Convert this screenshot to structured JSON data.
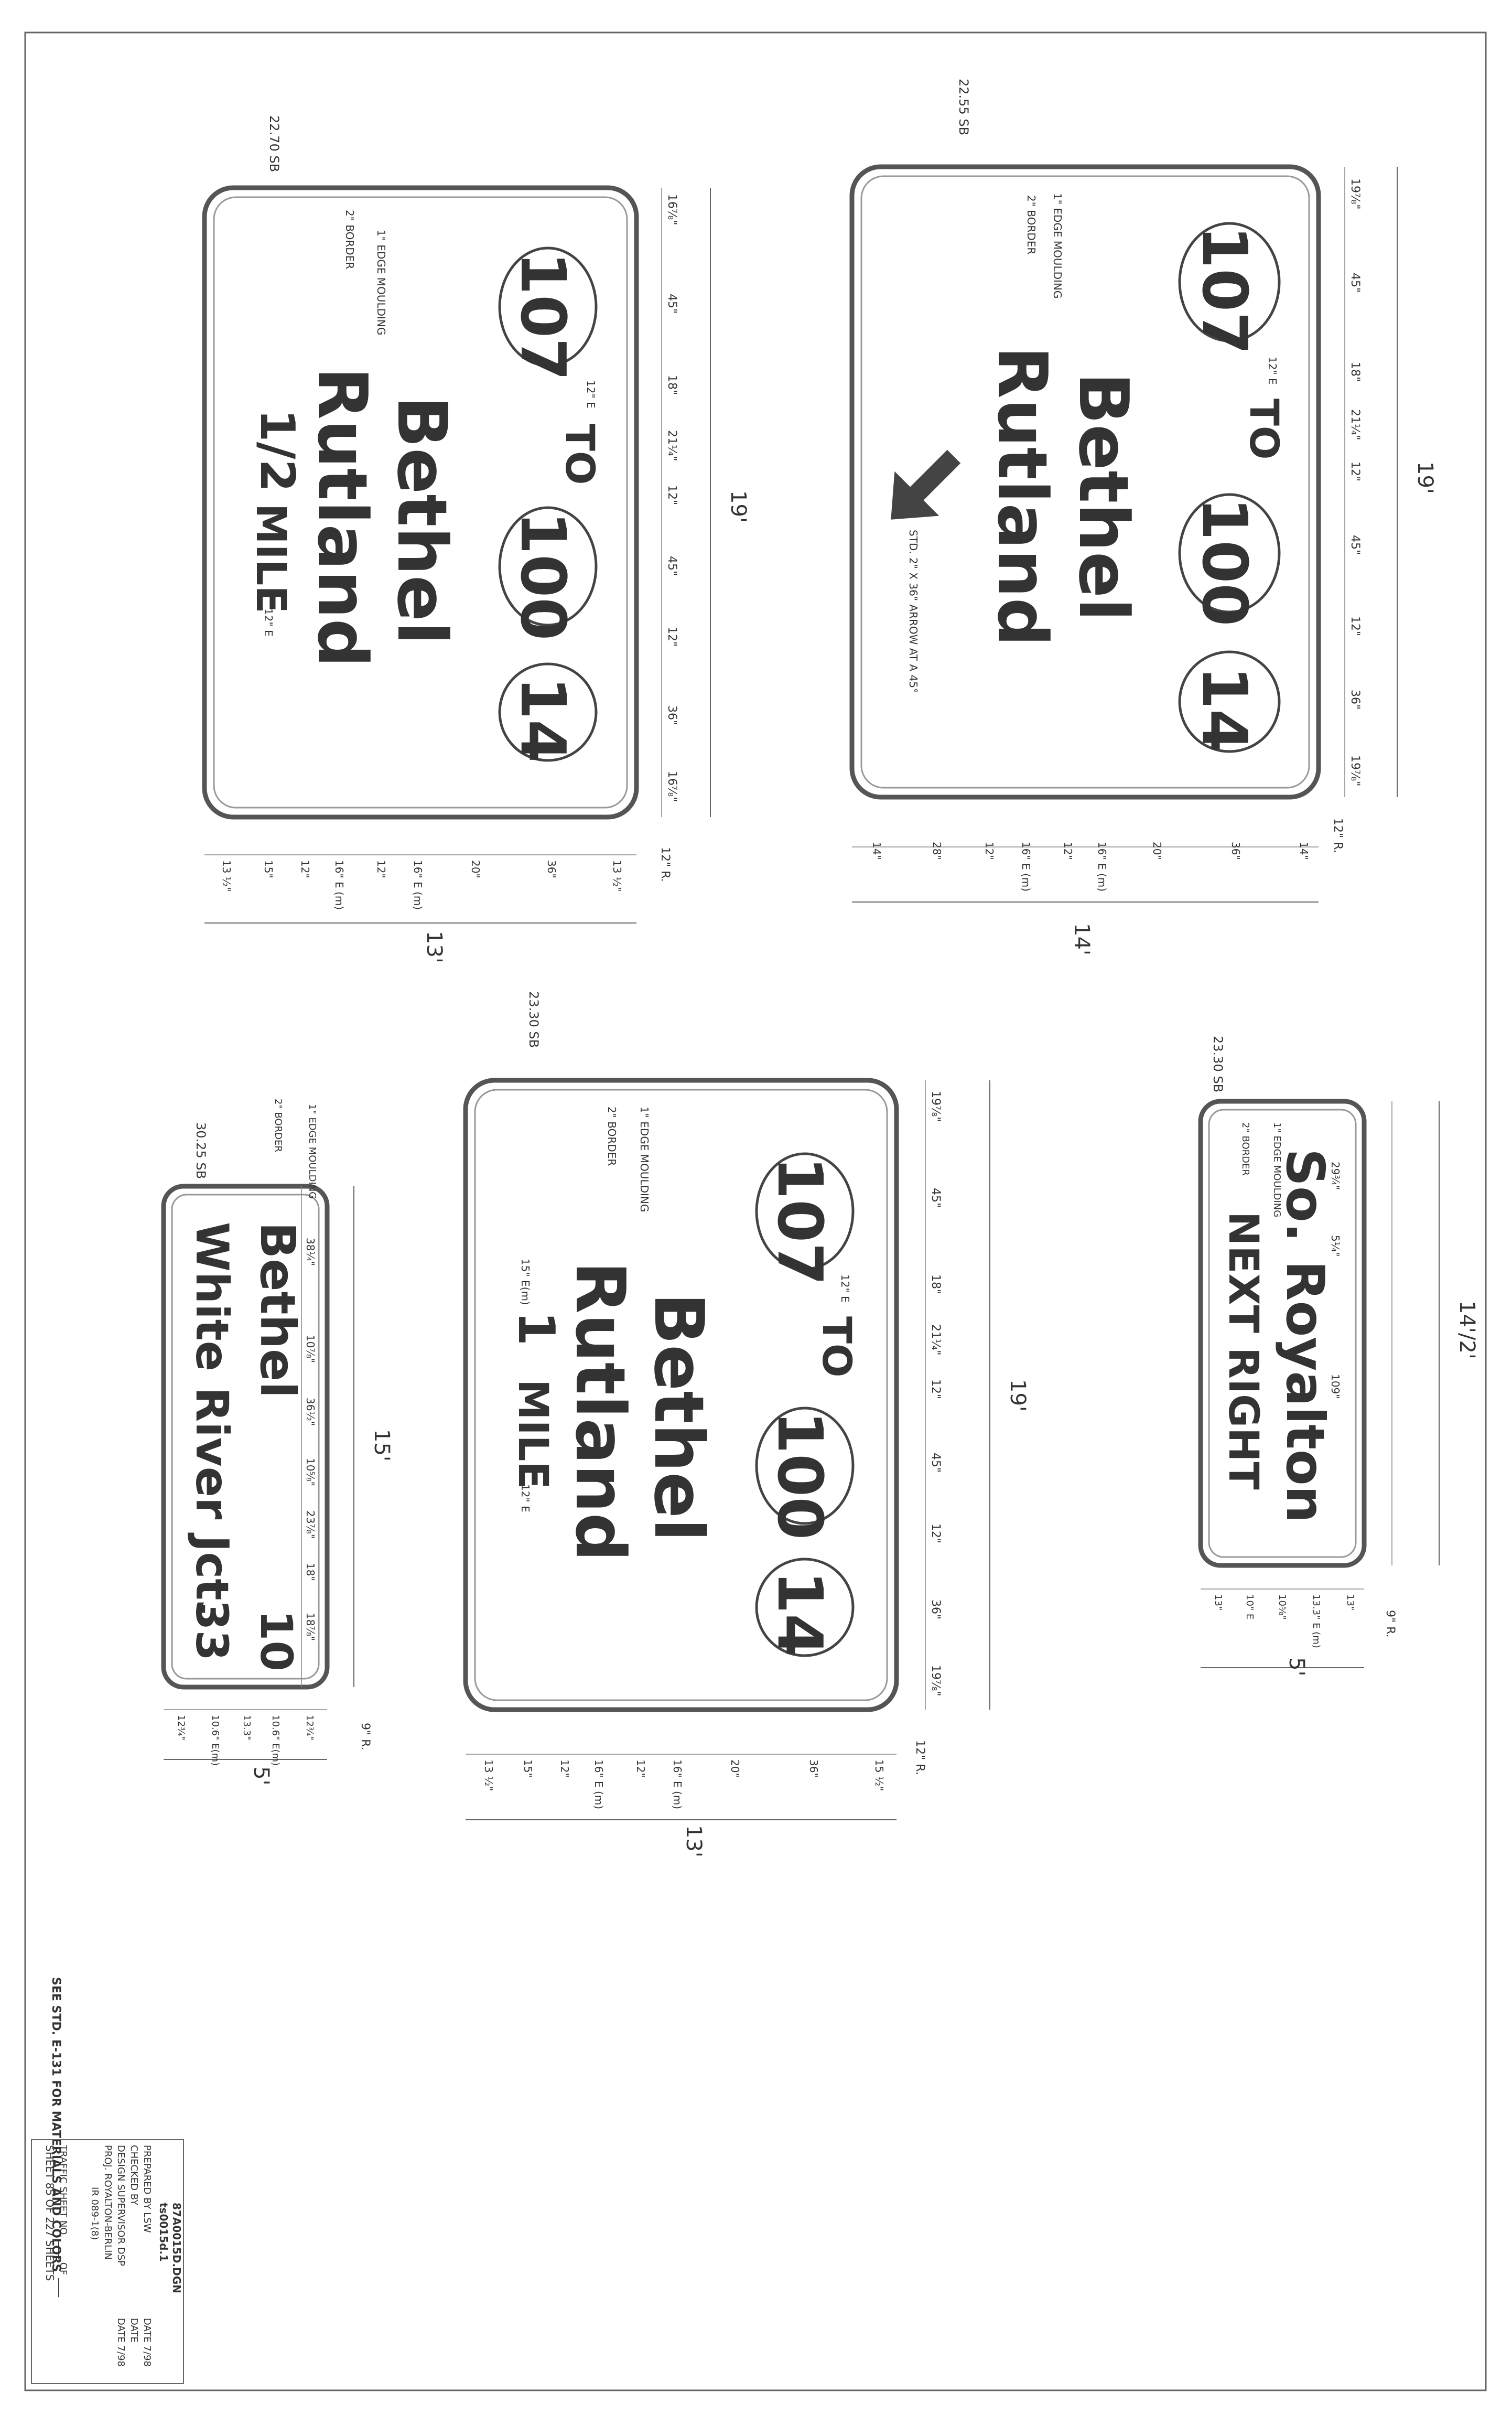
{
  "sheet_note": "SEE STD. E-131 FOR MATERIALS AND COLORS",
  "title_block": {
    "file": "87A0015D.DGN",
    "sheet_code": "ts0015d.1",
    "prepared_by": "PREPARED BY  LSW",
    "checked_by": "CHECKED BY",
    "design_supervisor": "DESIGN SUPERVISOR  DSP",
    "date_1": "DATE  7/98",
    "date_2": "DATE",
    "date_3": "DATE  7/98",
    "project": "PROJ.  ROYALTON-BERLIN",
    "project_no": "IR 089-1(8)",
    "traffic_sheet": "TRAFFIC SHEET NO.  ____  OF  ____",
    "sheet_of": "SHEET  85  OF  227  SHEETS"
  },
  "sign_a": {
    "station": "22.70 SB",
    "route_1": "107",
    "to": "TO",
    "route_2": "100",
    "route_3": "14",
    "line_1": "Bethel",
    "line_2": "Rutland",
    "dist_frac": "1/2",
    "dist_unit": "MILE",
    "edge_note": "1\" EDGE MOULDING",
    "border_note": "2\" BORDER",
    "height_total": "19'",
    "width_total": "13'",
    "radius": "12\" R.",
    "dims_v": [
      "16⅞\"",
      "45\"",
      "18\"",
      "21¼\"",
      "12\"",
      "45\"",
      "12\"",
      "36\"",
      "16⅞\""
    ],
    "dims_h": [
      "13 ½\"",
      "15\"",
      "12\"",
      "16\" E (m)",
      "12\"",
      "16\" E (m)",
      "20\"",
      "36\"",
      "13 ½\""
    ],
    "spacing_1": "12\" E",
    "spacing_2": "12\" E"
  },
  "sign_b": {
    "station": "22.55 SB",
    "route_1": "107",
    "to": "TO",
    "route_2": "100",
    "route_3": "14",
    "line_1": "Bethel",
    "line_2": "Rutland",
    "arrow_note": "STD. 2\" X 36\" ARROW AT A 45°",
    "edge_note": "1\" EDGE MOULDING",
    "border_note": "2\" BORDER",
    "height_total": "19'",
    "width_total": "14'",
    "radius": "12\" R.",
    "dims_v": [
      "19⅞\"",
      "45\"",
      "18\"",
      "21¼\"",
      "12\"",
      "45\"",
      "12\"",
      "36\"",
      "19⅞\""
    ],
    "dims_h": [
      "14\"",
      "28\"",
      "12\"",
      "16\" E (m)",
      "12\"",
      "16\" E (m)",
      "20\"",
      "36\"",
      "14\""
    ],
    "spacing_1": "12\" E"
  },
  "sign_c": {
    "station": "23.30 SB",
    "route_1": "107",
    "to": "TO",
    "route_2": "100",
    "route_3": "14",
    "line_1": "Bethel",
    "line_2": "Rutland",
    "dist_num": "1",
    "dist_unit": "MILE",
    "edge_note": "1\" EDGE MOULDING",
    "border_note": "2\" BORDER",
    "height_total": "19'",
    "width_total": "13'",
    "radius": "12\" R.",
    "dims_v": [
      "19⅞\"",
      "45\"",
      "18\"",
      "21¼\"",
      "12\"",
      "45\"",
      "12\"",
      "36\"",
      "19⅞\""
    ],
    "dims_h": [
      "13 ½\"",
      "15\"",
      "12\"",
      "16\" E (m)",
      "12\"",
      "16\" E (m)",
      "20\"",
      "36\"",
      "15 ½\""
    ],
    "spacing_1": "12\" E",
    "spacing_2": "15\" E(m)",
    "spacing_3": "12\" E"
  },
  "sign_d": {
    "station": "23.30 SB",
    "line_1": "So. Royalton",
    "line_2": "NEXT RIGHT",
    "edge_note": "1\" EDGE MOULDING",
    "border_note": "2\" BORDER",
    "height_total": "14'/2'",
    "width_total": "5'",
    "radius": "9\" R.",
    "dims_v": [
      "29¾\"",
      "5¼\"",
      "109\""
    ],
    "dims_h": [
      "13\"",
      "10\" E",
      "10⅝\"",
      "13.3\" E (m)",
      "13\""
    ]
  },
  "sign_e": {
    "station": "30.25 SB",
    "line_1": "Bethel",
    "line_1_route": "10",
    "line_2": "White River Jct.",
    "line_2_route": "33",
    "edge_note": "1\" EDGE MOULDING",
    "border_note": "2\" BORDER",
    "height_total": "15'",
    "width_total": "5'",
    "radius": "9\" R.",
    "dims_v": [
      "38¼\"",
      "10⅞\"",
      "36½\"",
      "10⅝\"",
      "23⅞\"",
      "18\"",
      "18⅞\""
    ],
    "dims_h": [
      "12¾\"",
      "10.6\" E(m)",
      "13.3\"",
      "10.6\" E(m)",
      "12¾\""
    ]
  }
}
